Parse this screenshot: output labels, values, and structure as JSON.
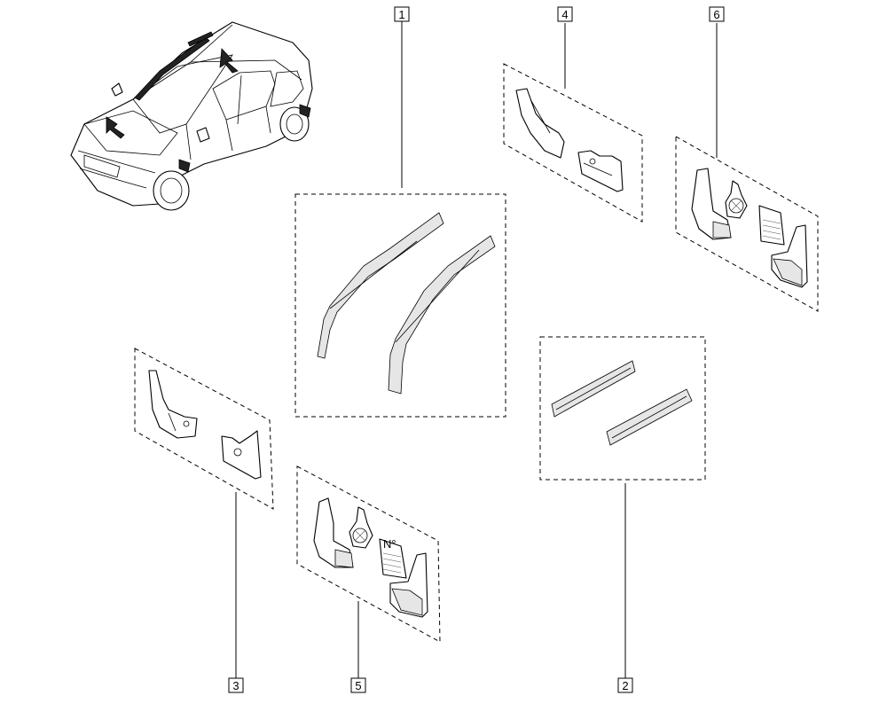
{
  "diagram": {
    "callouts": [
      {
        "id": "1",
        "label": "1"
      },
      {
        "id": "2",
        "label": "2"
      },
      {
        "id": "3",
        "label": "3"
      },
      {
        "id": "4",
        "label": "4"
      },
      {
        "id": "5",
        "label": "5"
      },
      {
        "id": "6",
        "label": "6"
      }
    ],
    "kit_leaflet_text": "N°"
  }
}
